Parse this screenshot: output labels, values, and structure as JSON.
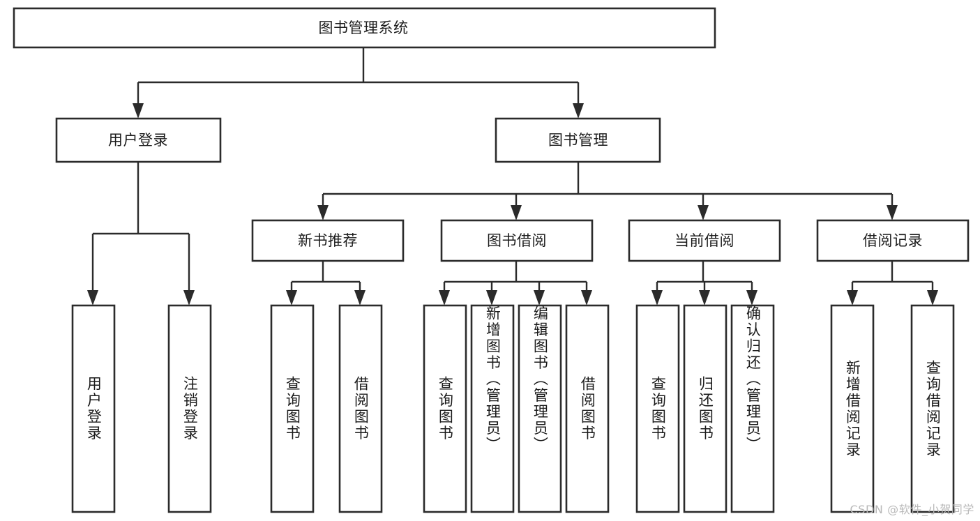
{
  "diagram": {
    "type": "tree",
    "title": "图书管理系统",
    "orientation": "top-down",
    "colors": {
      "background": "#ffffff",
      "box_fill": "#ffffff",
      "box_stroke": "#2b2b2b",
      "text": "#1b1b1b",
      "watermark": "#b9b9b9"
    },
    "root": {
      "label": "图书管理系统"
    },
    "level2": [
      {
        "id": "user-login",
        "label": "用户登录"
      },
      {
        "id": "book-manage",
        "label": "图书管理"
      }
    ],
    "level3": [
      {
        "id": "new-book-rec",
        "label": "新书推荐"
      },
      {
        "id": "book-borrow",
        "label": "图书借阅"
      },
      {
        "id": "current-borrow",
        "label": "当前借阅"
      },
      {
        "id": "borrow-record",
        "label": "借阅记录"
      }
    ],
    "leaves": {
      "user-login": [
        {
          "id": "leaf-user-login",
          "label": "用户登录"
        },
        {
          "id": "leaf-logout-login",
          "label": "注销登录"
        }
      ],
      "new-book-rec": [
        {
          "id": "leaf-query-book-1",
          "label": "查询图书"
        },
        {
          "id": "leaf-borrow-book-1",
          "label": "借阅图书"
        }
      ],
      "book-borrow": [
        {
          "id": "leaf-query-book-2",
          "label": "查询图书"
        },
        {
          "id": "leaf-add-book",
          "label": "新增图书（管理员）"
        },
        {
          "id": "leaf-edit-book",
          "label": "编辑图书（管理员）"
        },
        {
          "id": "leaf-borrow-book-2",
          "label": "借阅图书"
        }
      ],
      "current-borrow": [
        {
          "id": "leaf-query-book-3",
          "label": "查询图书"
        },
        {
          "id": "leaf-return-book",
          "label": "归还图书"
        },
        {
          "id": "leaf-confirm-return",
          "label": "确认归还（管理员）"
        }
      ],
      "borrow-record": [
        {
          "id": "leaf-add-record",
          "label": "新增借阅记录"
        },
        {
          "id": "leaf-query-record",
          "label": "查询借阅记录"
        }
      ]
    }
  },
  "watermark": {
    "text": "CSDN @软件_小贺同学"
  }
}
